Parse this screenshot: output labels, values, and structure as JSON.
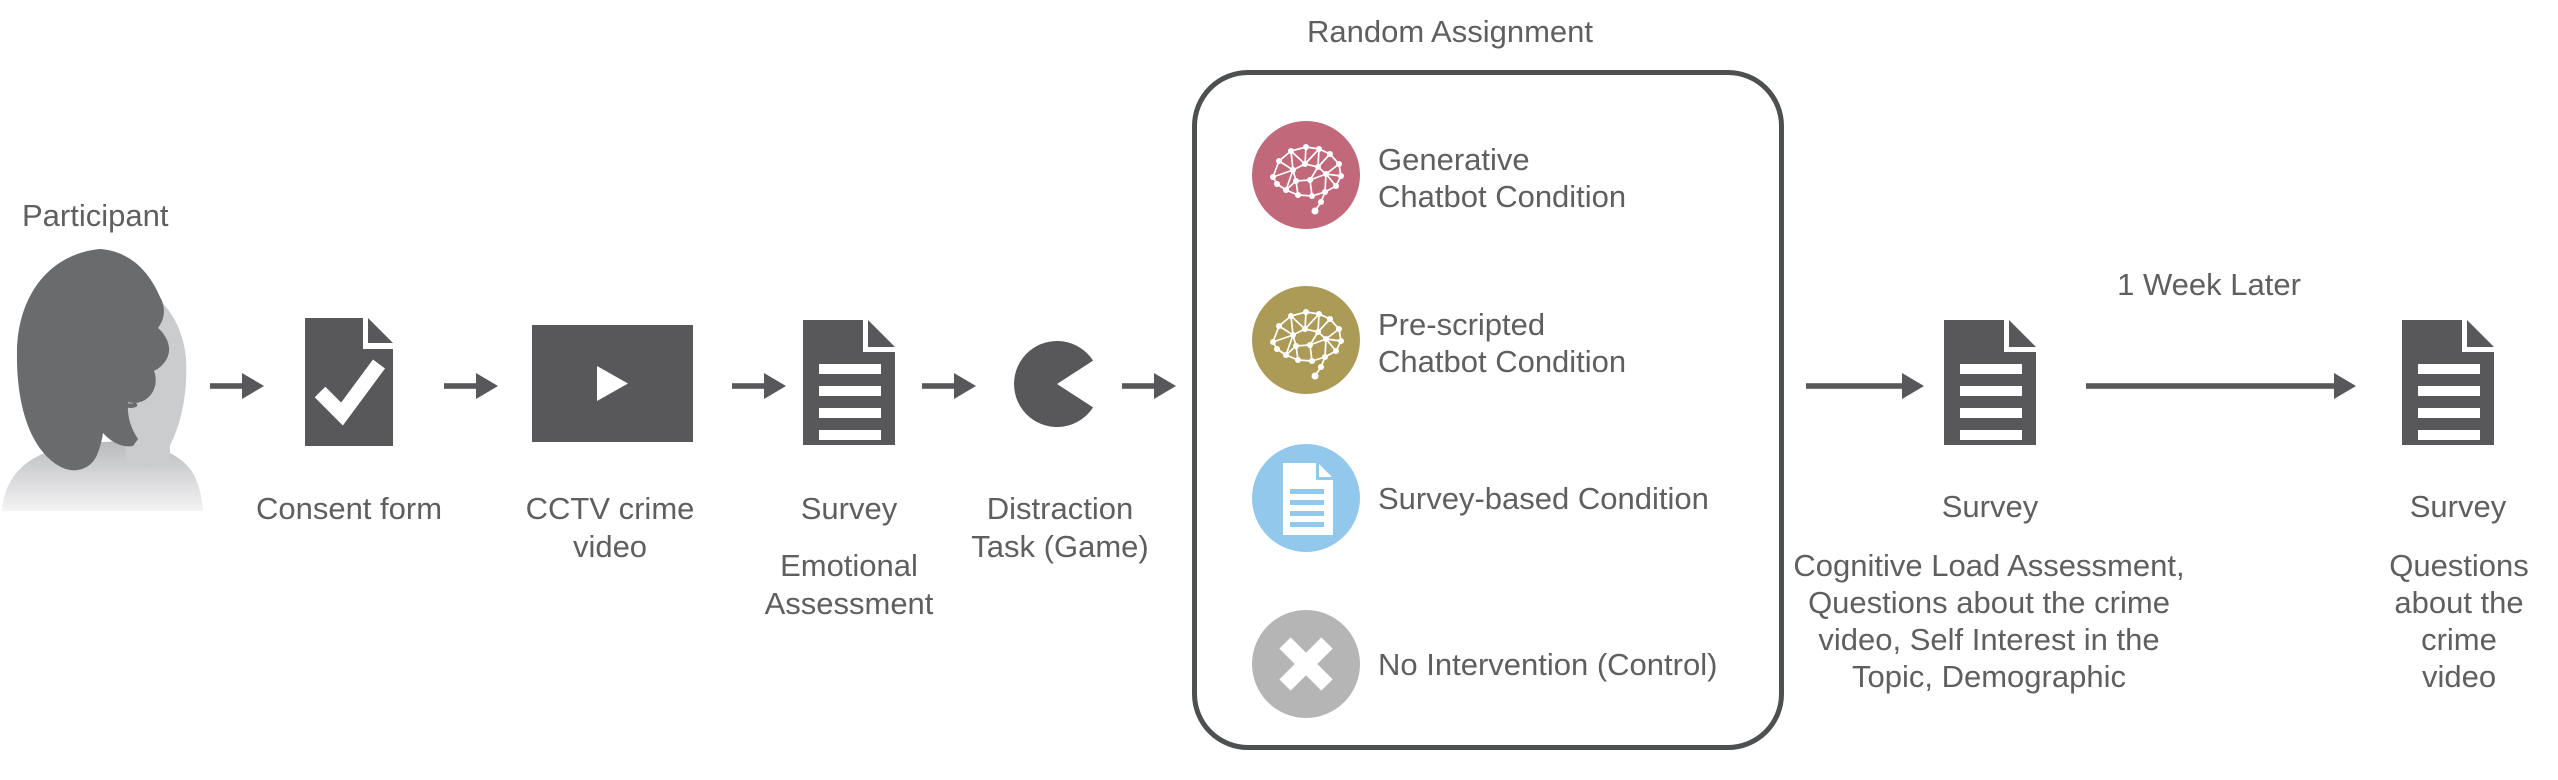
{
  "participant_label": "Participant",
  "steps": {
    "consent_label": "Consent form",
    "video_label": "CCTV crime\nvideo",
    "survey1_label": "Survey",
    "survey1_sublabel": "Emotional\nAssessment",
    "distraction_label": "Distraction\nTask (Game)",
    "survey2_label": "Survey",
    "survey2_sublabel": "Cognitive Load Assessment,\nQuestions about the crime\nvideo, Self Interest in the\nTopic, Demographic",
    "week_later_label": "1 Week Later",
    "survey3_label": "Survey",
    "survey3_sublabel": "Questions\nabout the\ncrime video"
  },
  "random_assignment": {
    "title": "Random Assignment",
    "conditions": [
      {
        "label": "Generative\nChatbot Condition",
        "icon": "brain-network-icon",
        "color": "#c2687b"
      },
      {
        "label": "Pre-scripted\nChatbot Condition",
        "icon": "brain-network-icon",
        "color": "#ac9b56"
      },
      {
        "label": "Survey-based Condition",
        "icon": "survey-document-icon",
        "color": "#92c8eb"
      },
      {
        "label": "No Intervention (Control)",
        "icon": "x-mark-icon",
        "color": "#b5b5b6"
      }
    ]
  },
  "colors": {
    "icon_gray": "#58585a",
    "text_gray": "#5f5f61",
    "box_border": "#4e4f51",
    "participant_hair": "#6a6b6d",
    "participant_skin": "#cbccce"
  }
}
